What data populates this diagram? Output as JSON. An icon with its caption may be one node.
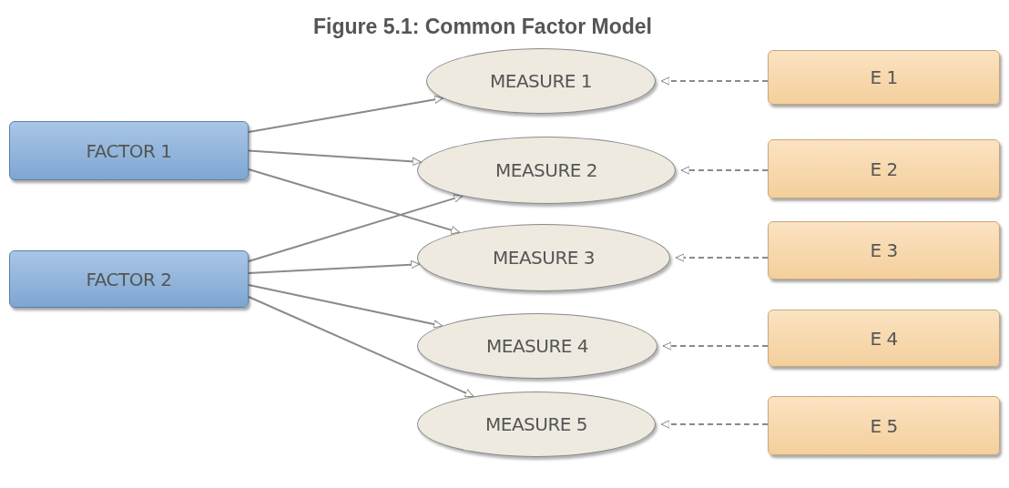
{
  "diagram": {
    "title": "Figure 5.1: Common Factor Model",
    "nodes": [
      {
        "text": [
          "FACTOR 1"
        ]
      },
      {
        "text": [
          "FACTOR 2"
        ]
      },
      {
        "text": [
          "MEASURE 1"
        ]
      },
      {
        "text": [
          "MEASURE 2"
        ]
      },
      {
        "text": [
          "MEASURE 3"
        ]
      },
      {
        "text": [
          "MEASURE 4"
        ]
      },
      {
        "text": [
          "MEASURE 5"
        ]
      },
      {
        "text": [
          "E 1"
        ]
      },
      {
        "text": [
          "E 2"
        ]
      },
      {
        "text": [
          "E 3"
        ]
      },
      {
        "text": [
          "E 4"
        ]
      },
      {
        "text": [
          "E 5"
        ]
      }
    ],
    "edges": [
      {
        "from": 0,
        "to": 2,
        "arrow": "to"
      },
      {
        "from": 0,
        "to": 3,
        "arrow": "to"
      },
      {
        "from": 0,
        "to": 4,
        "arrow": "to"
      },
      {
        "from": 1,
        "to": 3,
        "arrow": "to"
      },
      {
        "from": 1,
        "to": 4,
        "arrow": "to"
      },
      {
        "from": 1,
        "to": 5,
        "arrow": "to"
      },
      {
        "from": 1,
        "to": 6,
        "arrow": "to"
      },
      {
        "from": 7,
        "to": 2,
        "arrow": "to",
        "style": "dashed"
      },
      {
        "from": 8,
        "to": 3,
        "arrow": "to",
        "style": "dashed"
      },
      {
        "from": 9,
        "to": 4,
        "arrow": "to",
        "style": "dashed"
      },
      {
        "from": 10,
        "to": 5,
        "arrow": "to",
        "style": "dashed"
      },
      {
        "from": 11,
        "to": 6,
        "arrow": "to",
        "style": "dashed"
      }
    ]
  }
}
